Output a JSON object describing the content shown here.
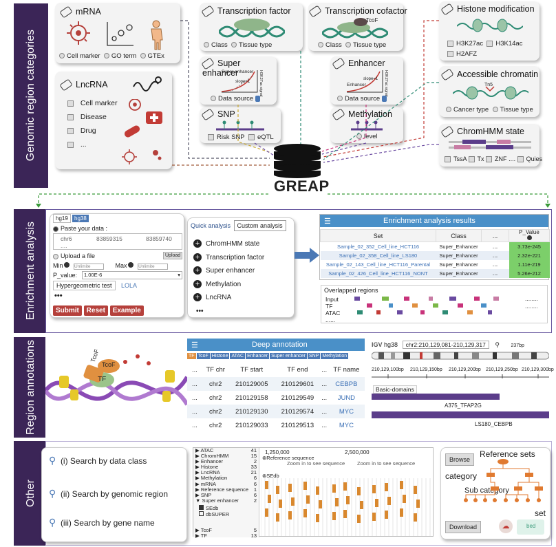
{
  "bands": [
    "Genomic region categories",
    "Enrichment analysis",
    "Region annotations",
    "Other"
  ],
  "c1": {
    "mrna": {
      "title": "mRNA",
      "opts": [
        "Cell marker",
        "GO term",
        "GTEx"
      ]
    },
    "lnc": {
      "title": "LncRNA",
      "items": [
        "Cell marker",
        "Disease",
        "Drug",
        "..."
      ]
    },
    "tf": {
      "title": "Transcription factor",
      "opts": [
        "Class",
        "Tissue type"
      ]
    },
    "tcof": {
      "title": "Transcription cofactor",
      "opts": [
        "Class",
        "Tissue type"
      ],
      "label": "TcoF"
    },
    "se": {
      "title": "Super enhancer",
      "opt": "Data source",
      "lbl1": "Super enhancer",
      "lbl2": "slope=1",
      "axis": "H3K27ac signal"
    },
    "enh": {
      "title": "Enhancer",
      "opt": "Data source",
      "lbl1": "Enhancer",
      "lbl2": "slope=1",
      "axis": "H3K27ac signal"
    },
    "snp": {
      "title": "SNP",
      "opts": [
        "Risk SNP",
        "eQTL"
      ]
    },
    "meth": {
      "title": "Methylation",
      "opt": "level"
    },
    "hist": {
      "title": "Histone modification",
      "items": [
        "H3K27ac",
        "H3K14ac",
        "H2AFZ"
      ]
    },
    "acc": {
      "title": "Accessible chromatin",
      "opts": [
        "Cancer type",
        "Tissue type"
      ],
      "label": "Tn5"
    },
    "chrom": {
      "title": "ChromHMM state",
      "items": [
        "TssA",
        "Tx",
        "ZNF",
        "....",
        "Quies"
      ]
    },
    "greap": "GREAP"
  },
  "c2": {
    "tabs": [
      "hg19",
      "hg38"
    ],
    "paste": "Paste your data :",
    "data_chr": "chr6",
    "data_s": "83859315",
    "data_e": "83859740",
    "data_more": "....",
    "upload_lbl": "Upload a file",
    "upload_btn": "Upload",
    "min": "Min",
    "max": "Max",
    "unlimite": "Unlimite",
    "pval": "P_value:",
    "pval_val": "1.00E-6",
    "methods": [
      "Hypergeometric  test",
      "LOLA"
    ],
    "dots": "•••",
    "btns": [
      "Submit",
      "Reset",
      "Example"
    ],
    "qtabs": [
      "Quick analysis",
      "Custom analysis"
    ],
    "qitems": [
      "ChromHMM state",
      "Transcription factor",
      "Super enhancer",
      "Methylation",
      "LncRNA",
      "•••"
    ],
    "res_title": "Enrichment analysis results",
    "res_head": [
      "Set",
      "Class",
      "...",
      "P_Value"
    ],
    "res_rows": [
      [
        "Sample_02_352_Cell_line_HCT116",
        "Super_Enhancer",
        "...",
        "3.73e-245"
      ],
      [
        "Sample_02_358_Cell_line_LS180",
        "Super_Enhancer",
        "...",
        "2.32e-221"
      ],
      [
        "Sample_02_143_Cell_line_HCT116_Parental",
        "Super_Enhancer",
        "...",
        "1.11e-219"
      ],
      [
        "Sample_02_426_Cell_line_HCT116_NONT",
        "Super_Enhancer",
        "...",
        "5.26e-212"
      ]
    ],
    "ov_title": "Overlapped regions",
    "ov_rows": [
      "Input",
      "TF",
      "ATAC",
      "......"
    ],
    "ov_dots": "........"
  },
  "c3": {
    "labels": [
      "TcoF",
      "TcoF",
      "TF"
    ],
    "da_title": "Deep annotation",
    "da_tabs": [
      "TF",
      "TcoF",
      "Histone",
      "ATAC",
      "Enhancer",
      "Super enhancer",
      "SNP",
      "Methylation"
    ],
    "da_head": [
      "...",
      "TF chr",
      "TF start",
      "TF end",
      "...",
      "TF name"
    ],
    "da_rows": [
      [
        "...",
        "chr2",
        "210129005",
        "210129601",
        "...",
        "CEBPB"
      ],
      [
        "...",
        "chr2",
        "210129158",
        "210129549",
        "...",
        "JUND"
      ],
      [
        "...",
        "chr2",
        "210129130",
        "210129574",
        "...",
        "MYC"
      ],
      [
        "...",
        "chr2",
        "210129033",
        "210129513",
        "...",
        "MYC"
      ]
    ],
    "igv": "IGV",
    "hg": "hg38",
    "locus": "chr2:210,129,081-210,129,317",
    "bp": "237bp",
    "ticks": [
      "210,129,100bp",
      "210,129,150bp",
      "210,129,200bp",
      "210,129,250bp",
      "210,129,300bp"
    ],
    "basic": "Basic-domains",
    "g1": "A375_TFAP2G",
    "g2": "LS180_CEBPB"
  },
  "c4": {
    "search": [
      "(i)  Search by data class",
      "(ii) Search by genomic region",
      "(iii) Search by gene name"
    ],
    "tree": [
      [
        "ATAC",
        "41"
      ],
      [
        "ChromHMM",
        "15"
      ],
      [
        "Enhancer",
        "2"
      ],
      [
        "Histone",
        "33"
      ],
      [
        "LncRNA",
        "21"
      ],
      [
        "Methylation",
        "6"
      ],
      [
        "mRNA",
        "6"
      ],
      [
        "Reference sequence",
        "1"
      ],
      [
        "SNP",
        "6"
      ],
      [
        "Super enhancer",
        "2"
      ]
    ],
    "tree_sub": [
      "SEdb",
      "dbSUPER"
    ],
    "tree_tail": [
      [
        "TcoF",
        "5"
      ],
      [
        "TF",
        "13"
      ]
    ],
    "ruler": [
      "1,250,000",
      "2,500,000"
    ],
    "refseq": "Reference sequence",
    "zoom": "Zoom in to see sequence",
    "sedb": "SEdb",
    "browse": "Browse",
    "ref": "Reference sets",
    "cat": "category",
    "sub": "Sub category",
    "set": "set",
    "download": "Download",
    "bed": "bed"
  }
}
